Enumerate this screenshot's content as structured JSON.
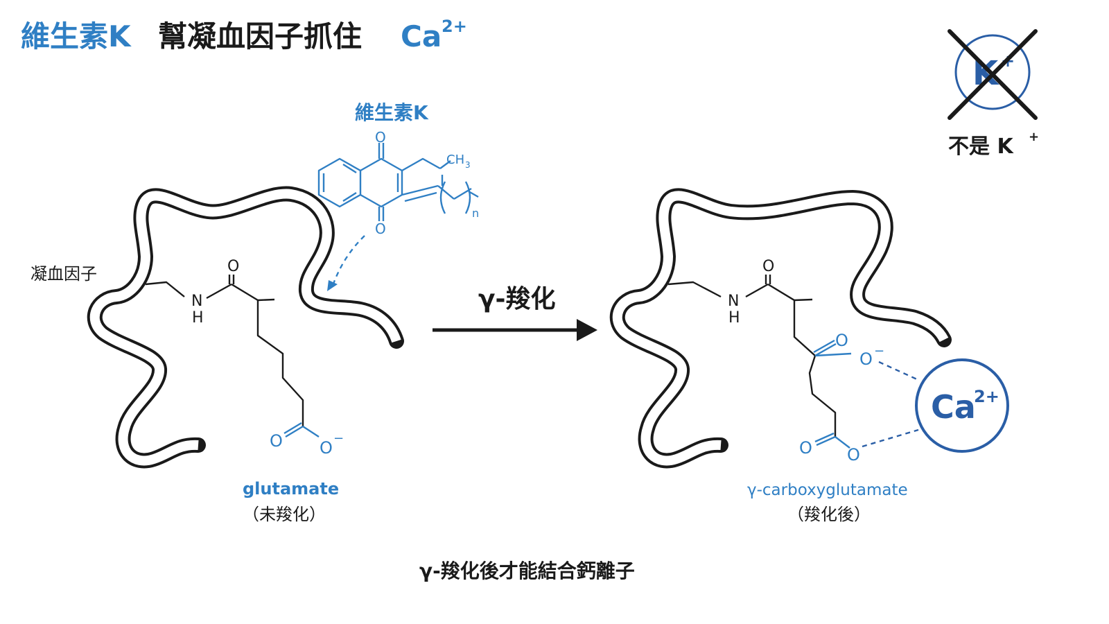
{
  "title": {
    "part1": "維生素K",
    "part2": "幫凝血因子抓住",
    "part3": "Ca",
    "part3_sup": "2+"
  },
  "not_k": {
    "symbol": "K",
    "symbol_sup": "+",
    "caption_main": "不是 K",
    "caption_sup": "+"
  },
  "vitamin_k": {
    "label": "維生素K",
    "atom_o_top": "O",
    "atom_o_bottom": "O",
    "ch3_main": "CH",
    "ch3_sub": "3",
    "repeat_n": "n"
  },
  "left": {
    "protein_label": "凝血因子",
    "atom_o_carbonyl": "O",
    "atom_n": "N",
    "atom_h": "H",
    "carboxyl_o1": "O",
    "carboxyl_o2": "O",
    "carboxyl_charge": "−",
    "name": "glutamate",
    "sub": "（未羧化）"
  },
  "reaction": {
    "label": "γ-羧化"
  },
  "right": {
    "atom_o_carbonyl": "O",
    "atom_n": "N",
    "atom_h": "H",
    "carboxyl_a_o1": "O",
    "carboxyl_a_o2": "O",
    "carboxyl_a_charge": "−",
    "carboxyl_b_o1": "O",
    "carboxyl_b_o2": "O",
    "ion_main": "Ca",
    "ion_sup": "2+",
    "name": "γ-carboxyglutamate",
    "sub": "（羧化後）"
  },
  "footer": {
    "caption": "γ-羧化後才能結合鈣離子"
  },
  "colors": {
    "accent_blue": "#2f7fc4",
    "ion_navy": "#2a5ea6",
    "text_dark": "#1a1a1a"
  }
}
